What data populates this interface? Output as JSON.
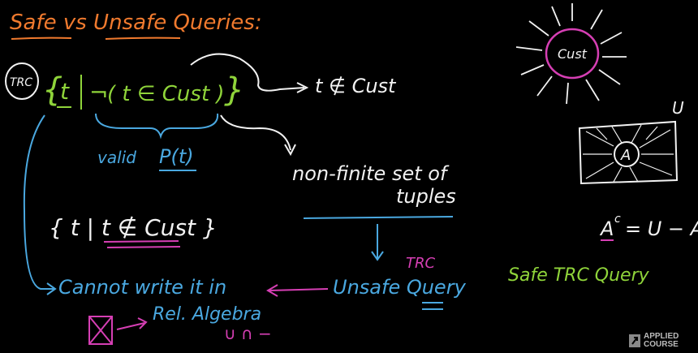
{
  "title": "Safe vs Unsafe Queries:",
  "trc_badge": "TRC",
  "query_t": "t",
  "query_not": "¬",
  "query_paren_expr": "( t ∈ Cust )",
  "arrow_note": "t ∉ Cust",
  "valid_label": "valid",
  "valid_pt": "P(t)",
  "nonfinite_line1": "non-finite set of",
  "nonfinite_line2": "tuples",
  "second_query": "{ t | t ∉ Cust }",
  "cannot_line1": "Cannot write it in",
  "cannot_line2": "Rel. Algebra",
  "unsafe_query": "Unsafe Query",
  "trc_small": "TRC",
  "ops": "∪ ∩ −",
  "sun_label": "Cust",
  "venn_universe": "U",
  "venn_set": "A",
  "complement_A": "A",
  "complement_c": "c",
  "complement_rest": "= U − A",
  "safe_note": "Safe TRC Query",
  "brand_line1": "APPLIED",
  "brand_line2": "COURSE",
  "colors": {
    "orange": "#f07a2e",
    "green": "#8fd43a",
    "blue": "#4aa8e0",
    "magenta": "#d63fb4",
    "white": "#f2f2f2",
    "background": "#000000"
  }
}
